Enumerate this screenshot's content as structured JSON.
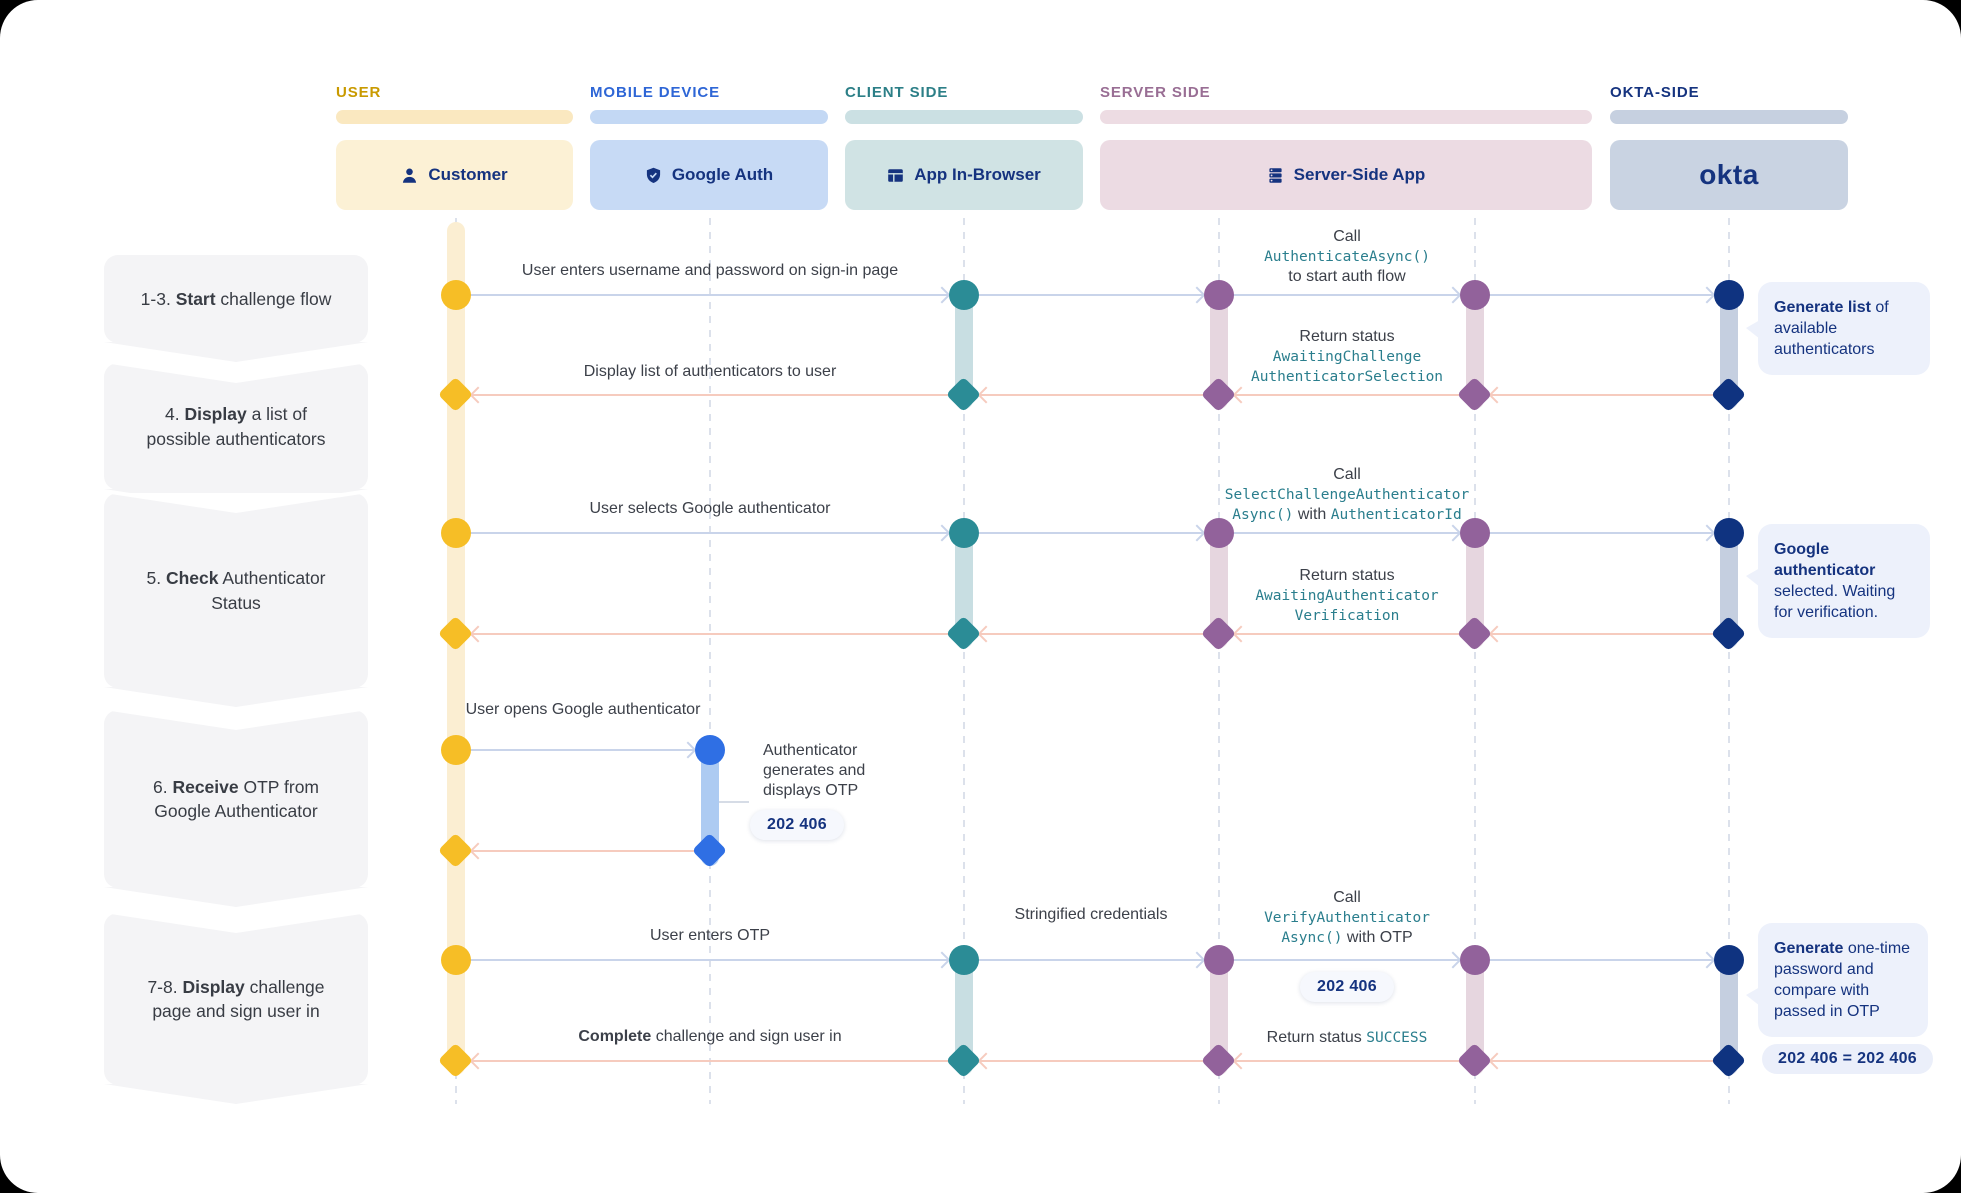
{
  "lanes": [
    {
      "group": "USER",
      "actor": "Customer"
    },
    {
      "group": "MOBILE DEVICE",
      "actor": "Google Auth"
    },
    {
      "group": "CLIENT SIDE",
      "actor": "App In-Browser"
    },
    {
      "group": "SERVER SIDE",
      "actor": "Server-Side App"
    },
    {
      "group": "OKTA-SIDE",
      "actor": "okta"
    }
  ],
  "icons": {
    "customer": "person-icon",
    "google_auth": "shield-check-icon",
    "app_in_browser": "browser-window-icon",
    "server_side_app": "server-stack-icon",
    "okta": "okta-logo"
  },
  "steps": [
    {
      "pre": "1-3. ",
      "bold": "Start",
      "post": " challenge flow"
    },
    {
      "pre": "4. ",
      "bold": "Display",
      "post": " a list of possible authenticators"
    },
    {
      "pre": "5. ",
      "bold": "Check",
      "post": " Authenticator Status"
    },
    {
      "pre": "6. ",
      "bold": "Receive",
      "post": " OTP from Google Authenticator"
    },
    {
      "pre": "7-8. ",
      "bold": "Display",
      "post": " challenge page and sign user in"
    }
  ],
  "messages": {
    "enter_credentials": "User enters username and password on sign-in page",
    "call_authenticate": {
      "l1": "Call",
      "code": "AuthenticateAsync()",
      "l3": "to start auth flow"
    },
    "display_list": "Display list of authenticators to user",
    "return_awaiting_challenge": {
      "l1": "Return status",
      "code1": "AwaitingChallenge",
      "code2": "AuthenticatorSelection"
    },
    "select_authenticator": "User selects Google authenticator",
    "call_select": {
      "l1": "Call",
      "code1": "SelectChallengeAuthenticator",
      "code2": "Async()",
      "mid": " with ",
      "code3": "AuthenticatorId"
    },
    "return_awaiting_verification": {
      "l1": "Return status",
      "code1": "AwaitingAuthenticator",
      "code2": "Verification"
    },
    "open_authenticator": "User opens Google authenticator",
    "generate_otp": "Authenticator generates and displays OTP",
    "otp_value": "202 406",
    "enter_otp": "User enters OTP",
    "stringified": "Stringified credentials",
    "call_verify": {
      "l1": "Call",
      "code1": "VerifyAuthenticator",
      "code2": "Async()",
      "mid": " with OTP"
    },
    "verify_otp_value": "202 406",
    "complete": {
      "bold": "Complete",
      "rest": " challenge and sign user in"
    },
    "return_success": {
      "plain": "Return status ",
      "code": "SUCCESS"
    }
  },
  "callouts": {
    "generate_list": {
      "bold": "Generate list",
      "rest": " of available authenticators"
    },
    "google_selected": {
      "bold": "Google authenticator",
      "rest": " selected. Waiting for verification."
    },
    "generate_compare": {
      "bold": "Generate",
      "rest": " one-time password and compare with passed in OTP"
    },
    "compare_result": "202 406 = 202 406"
  },
  "colors": {
    "user": "#F6BE26",
    "mobile": "#2F6FE4",
    "client": "#2B8C96",
    "server": "#92629B",
    "okta": "#0F3380",
    "forward_arrow": "#C9D4EA",
    "return_arrow": "#F6CBBE",
    "code_text": "#2A7E8D",
    "navy_text": "#15337F",
    "callout_bg": "#EDF1FB",
    "card_bg": "#F4F4F6"
  }
}
